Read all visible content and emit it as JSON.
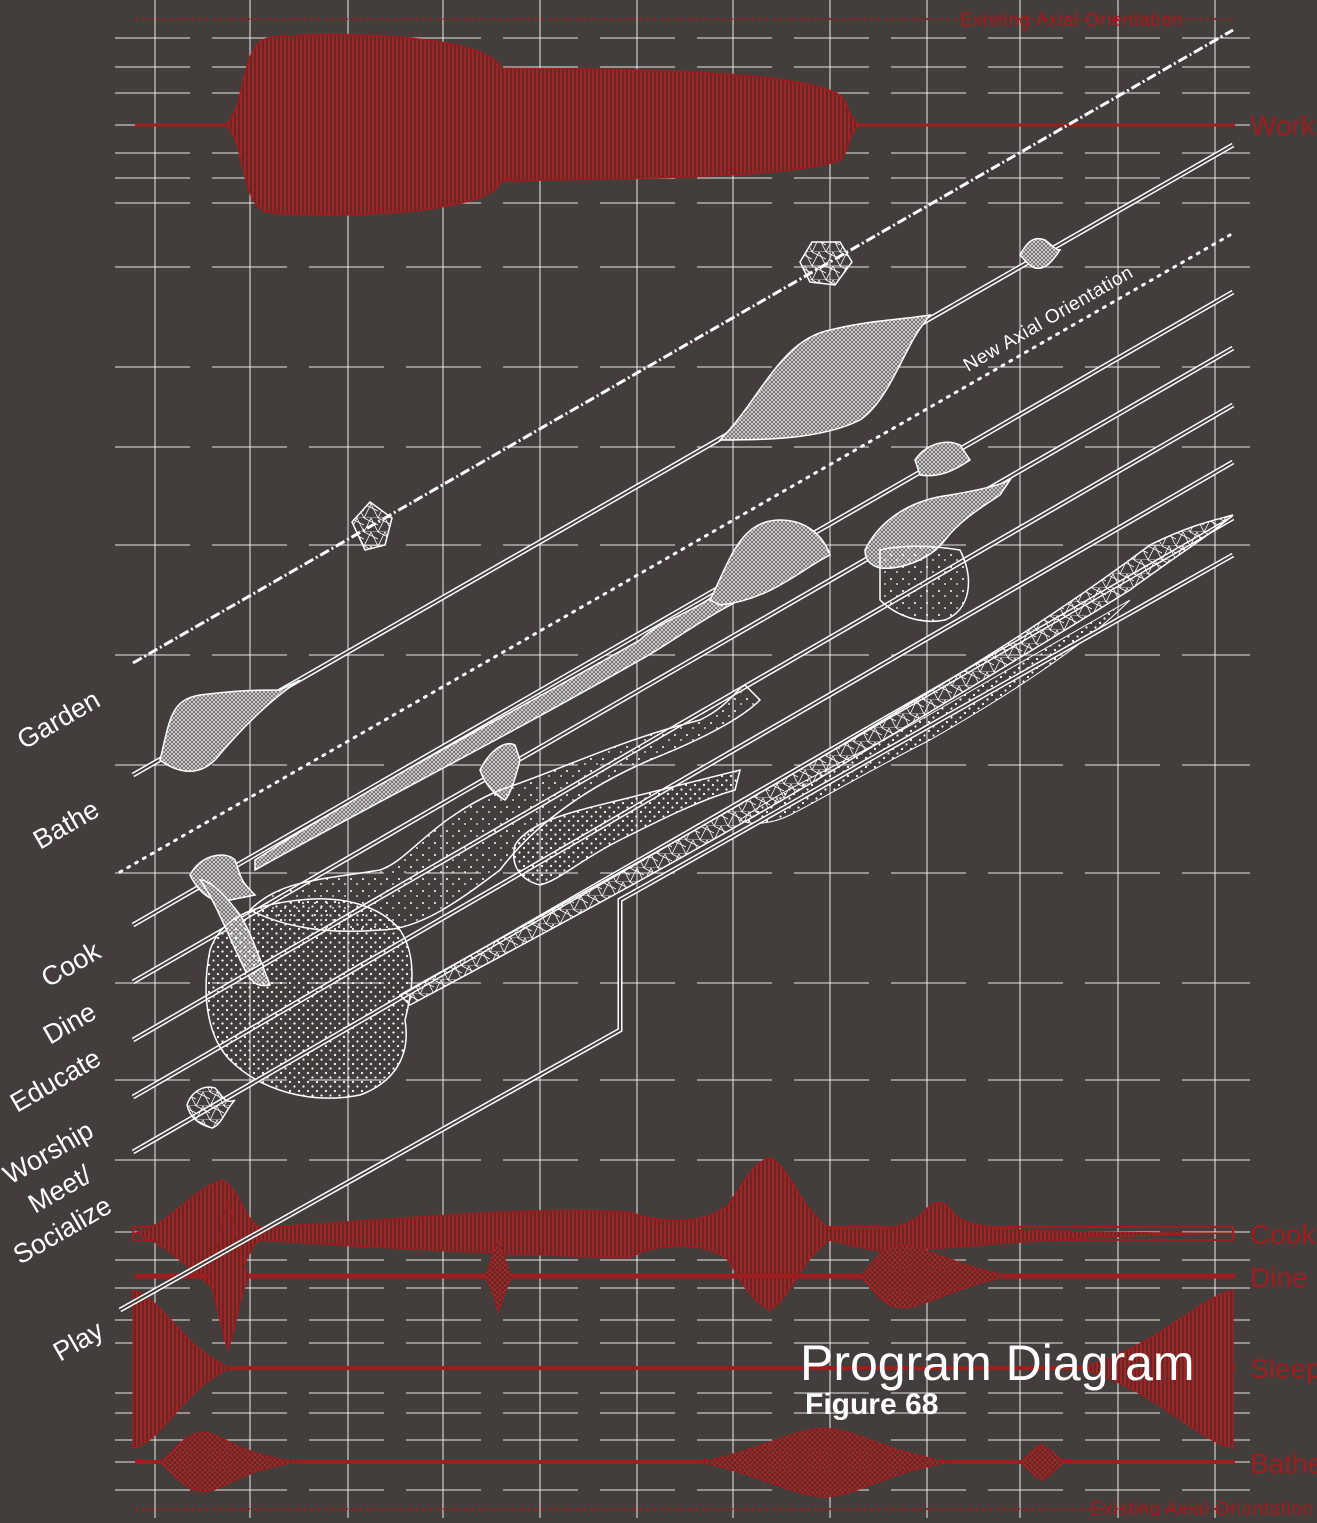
{
  "diagram": {
    "title": "Program Diagram",
    "figure": "Figure 68",
    "axial_existing_top": "Existing Axial Orientation",
    "axial_existing_bottom": "Existing Axial Orientation",
    "axial_new": "New Axial Orientation",
    "new_labels": {
      "garden": "Garden",
      "bathe": "Bathe",
      "cook": "Cook",
      "dine": "Dine",
      "educate": "Educate",
      "worship": "Worship",
      "meet": "Meet/",
      "socialize": "Socialize",
      "play": "Play"
    },
    "existing_labels": {
      "work": "Work",
      "cook": "Cook",
      "dine": "Dine",
      "sleep": "Sleep",
      "bathe": "Bathe"
    }
  },
  "colors": {
    "background": "#433e3b",
    "grid": "#ffffff",
    "existing_program": "#9e1d1f",
    "new_program": "#ffffff"
  }
}
